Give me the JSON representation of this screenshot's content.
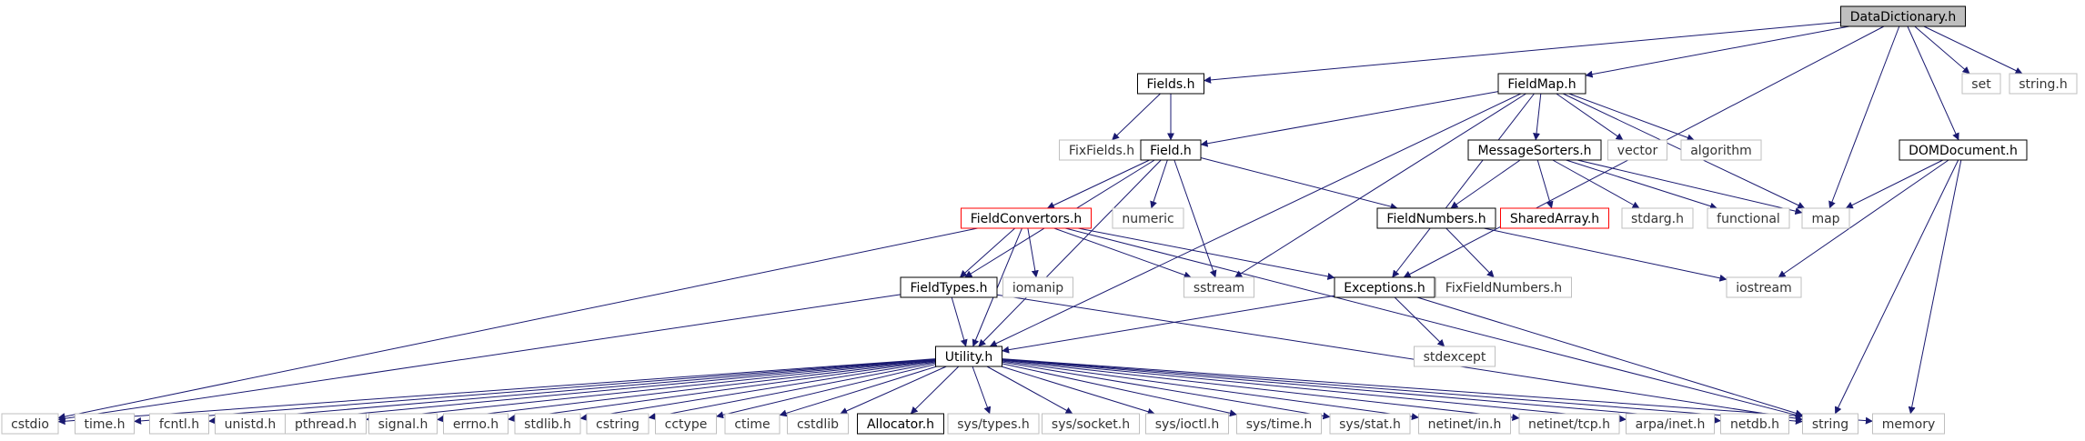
{
  "nodes": [
    {
      "id": "DataDictionary",
      "label": "DataDictionary.h",
      "style": "root"
    },
    {
      "id": "Fields",
      "label": "Fields.h",
      "style": "black"
    },
    {
      "id": "FieldMap",
      "label": "FieldMap.h",
      "style": "black"
    },
    {
      "id": "set",
      "label": "set",
      "style": "gray"
    },
    {
      "id": "stringh",
      "label": "string.h",
      "style": "gray"
    },
    {
      "id": "FixFields",
      "label": "FixFields.h",
      "style": "gray"
    },
    {
      "id": "Field",
      "label": "Field.h",
      "style": "black"
    },
    {
      "id": "MessageSorters",
      "label": "MessageSorters.h",
      "style": "black"
    },
    {
      "id": "vector",
      "label": "vector",
      "style": "gray"
    },
    {
      "id": "algorithm",
      "label": "algorithm",
      "style": "gray"
    },
    {
      "id": "DOMDocument",
      "label": "DOMDocument.h",
      "style": "black"
    },
    {
      "id": "FieldConvertors",
      "label": "FieldConvertors.h",
      "style": "red"
    },
    {
      "id": "numeric",
      "label": "numeric",
      "style": "gray"
    },
    {
      "id": "FieldNumbers",
      "label": "FieldNumbers.h",
      "style": "black"
    },
    {
      "id": "SharedArray",
      "label": "SharedArray.h",
      "style": "red"
    },
    {
      "id": "stdarg",
      "label": "stdarg.h",
      "style": "gray"
    },
    {
      "id": "functional",
      "label": "functional",
      "style": "gray"
    },
    {
      "id": "map",
      "label": "map",
      "style": "gray"
    },
    {
      "id": "FieldTypes",
      "label": "FieldTypes.h",
      "style": "black"
    },
    {
      "id": "iomanip",
      "label": "iomanip",
      "style": "gray"
    },
    {
      "id": "sstream",
      "label": "sstream",
      "style": "gray"
    },
    {
      "id": "Exceptions",
      "label": "Exceptions.h",
      "style": "black"
    },
    {
      "id": "FixFieldNumbers",
      "label": "FixFieldNumbers.h",
      "style": "gray"
    },
    {
      "id": "iostream",
      "label": "iostream",
      "style": "gray"
    },
    {
      "id": "stdexcept",
      "label": "stdexcept",
      "style": "gray"
    },
    {
      "id": "Utility",
      "label": "Utility.h",
      "style": "black"
    },
    {
      "id": "cstdio",
      "label": "cstdio",
      "style": "gray"
    },
    {
      "id": "timeh",
      "label": "time.h",
      "style": "gray"
    },
    {
      "id": "fcntl",
      "label": "fcntl.h",
      "style": "gray"
    },
    {
      "id": "unistd",
      "label": "unistd.h",
      "style": "gray"
    },
    {
      "id": "pthread",
      "label": "pthread.h",
      "style": "gray"
    },
    {
      "id": "signal",
      "label": "signal.h",
      "style": "gray"
    },
    {
      "id": "errno",
      "label": "errno.h",
      "style": "gray"
    },
    {
      "id": "stdlibh",
      "label": "stdlib.h",
      "style": "gray"
    },
    {
      "id": "cstring",
      "label": "cstring",
      "style": "gray"
    },
    {
      "id": "cctype",
      "label": "cctype",
      "style": "gray"
    },
    {
      "id": "ctime",
      "label": "ctime",
      "style": "gray"
    },
    {
      "id": "cstdlib",
      "label": "cstdlib",
      "style": "gray"
    },
    {
      "id": "Allocator",
      "label": "Allocator.h",
      "style": "black"
    },
    {
      "id": "systypes",
      "label": "sys/types.h",
      "style": "gray"
    },
    {
      "id": "syssocket",
      "label": "sys/socket.h",
      "style": "gray"
    },
    {
      "id": "sysioctl",
      "label": "sys/ioctl.h",
      "style": "gray"
    },
    {
      "id": "systime",
      "label": "sys/time.h",
      "style": "gray"
    },
    {
      "id": "sysstat",
      "label": "sys/stat.h",
      "style": "gray"
    },
    {
      "id": "netinetin",
      "label": "netinet/in.h",
      "style": "gray"
    },
    {
      "id": "netinettcp",
      "label": "netinet/tcp.h",
      "style": "gray"
    },
    {
      "id": "arpainet",
      "label": "arpa/inet.h",
      "style": "gray"
    },
    {
      "id": "netdb",
      "label": "netdb.h",
      "style": "gray"
    },
    {
      "id": "string",
      "label": "string",
      "style": "gray"
    },
    {
      "id": "memory",
      "label": "memory",
      "style": "gray"
    }
  ],
  "edges": [
    [
      "DataDictionary",
      "Fields"
    ],
    [
      "DataDictionary",
      "FieldMap"
    ],
    [
      "DataDictionary",
      "set"
    ],
    [
      "DataDictionary",
      "stringh"
    ],
    [
      "DataDictionary",
      "map"
    ],
    [
      "DataDictionary",
      "DOMDocument"
    ],
    [
      "DataDictionary",
      "Exceptions"
    ],
    [
      "Fields",
      "FixFields"
    ],
    [
      "Fields",
      "Field"
    ],
    [
      "FieldMap",
      "Field"
    ],
    [
      "FieldMap",
      "MessageSorters"
    ],
    [
      "FieldMap",
      "vector"
    ],
    [
      "FieldMap",
      "algorithm"
    ],
    [
      "FieldMap",
      "map"
    ],
    [
      "FieldMap",
      "sstream"
    ],
    [
      "FieldMap",
      "Exceptions"
    ],
    [
      "FieldMap",
      "Utility"
    ],
    [
      "Field",
      "FieldConvertors"
    ],
    [
      "Field",
      "numeric"
    ],
    [
      "Field",
      "FieldNumbers"
    ],
    [
      "Field",
      "sstream"
    ],
    [
      "Field",
      "FieldTypes"
    ],
    [
      "Field",
      "Utility"
    ],
    [
      "MessageSorters",
      "FieldNumbers"
    ],
    [
      "MessageSorters",
      "SharedArray"
    ],
    [
      "MessageSorters",
      "stdarg"
    ],
    [
      "MessageSorters",
      "functional"
    ],
    [
      "MessageSorters",
      "map"
    ],
    [
      "DOMDocument",
      "map"
    ],
    [
      "DOMDocument",
      "iostream"
    ],
    [
      "DOMDocument",
      "string"
    ],
    [
      "DOMDocument",
      "memory"
    ],
    [
      "FieldConvertors",
      "FieldTypes"
    ],
    [
      "FieldConvertors",
      "iomanip"
    ],
    [
      "FieldConvertors",
      "sstream"
    ],
    [
      "FieldConvertors",
      "Exceptions"
    ],
    [
      "FieldConvertors",
      "Utility"
    ],
    [
      "FieldConvertors",
      "cstdio"
    ],
    [
      "FieldConvertors",
      "string"
    ],
    [
      "FieldNumbers",
      "FixFieldNumbers"
    ],
    [
      "FieldNumbers",
      "iostream"
    ],
    [
      "FieldTypes",
      "Utility"
    ],
    [
      "FieldTypes",
      "cstdio"
    ],
    [
      "FieldTypes",
      "string"
    ],
    [
      "Exceptions",
      "Utility"
    ],
    [
      "Exceptions",
      "stdexcept"
    ],
    [
      "Exceptions",
      "string"
    ],
    [
      "Utility",
      "cstdio"
    ],
    [
      "Utility",
      "timeh"
    ],
    [
      "Utility",
      "fcntl"
    ],
    [
      "Utility",
      "unistd"
    ],
    [
      "Utility",
      "pthread"
    ],
    [
      "Utility",
      "signal"
    ],
    [
      "Utility",
      "errno"
    ],
    [
      "Utility",
      "stdlibh"
    ],
    [
      "Utility",
      "cstring"
    ],
    [
      "Utility",
      "cctype"
    ],
    [
      "Utility",
      "ctime"
    ],
    [
      "Utility",
      "cstdlib"
    ],
    [
      "Utility",
      "Allocator"
    ],
    [
      "Utility",
      "systypes"
    ],
    [
      "Utility",
      "syssocket"
    ],
    [
      "Utility",
      "sysioctl"
    ],
    [
      "Utility",
      "systime"
    ],
    [
      "Utility",
      "sysstat"
    ],
    [
      "Utility",
      "netinetin"
    ],
    [
      "Utility",
      "netinettcp"
    ],
    [
      "Utility",
      "arpainet"
    ],
    [
      "Utility",
      "netdb"
    ],
    [
      "Utility",
      "string"
    ],
    [
      "Utility",
      "memory"
    ]
  ],
  "colors": {
    "edge": "#191970",
    "black_border": "#000000",
    "gray_border": "#bfbfbf",
    "red_border": "#ff0000",
    "root_fill": "#bfbfbf",
    "fill": "#ffffff",
    "text": "#000000",
    "gray_text": "#333333"
  }
}
